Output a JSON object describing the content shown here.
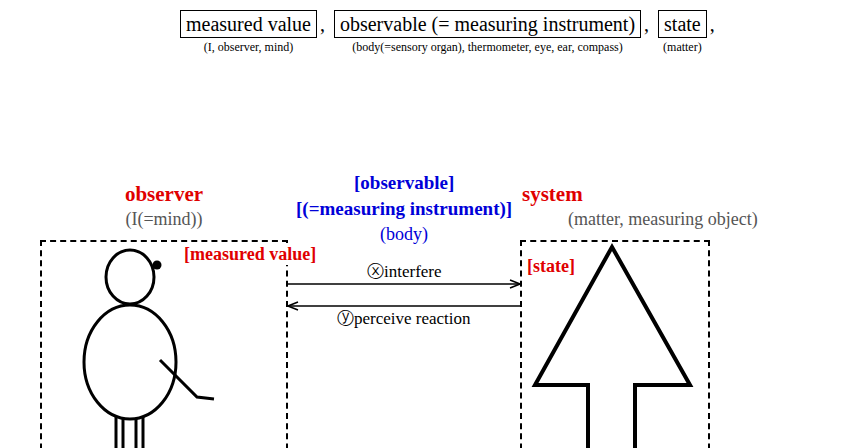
{
  "diagram": {
    "nodes": [
      {
        "text": [
          "measured value",
          "(I, observer, mind)"
        ]
      },
      {
        "text": [
          "observable (= measuring instrument)",
          "(body(=sensory organ), thermometer, eye, ear, compass)"
        ]
      },
      {
        "text": [
          "state",
          "(matter)"
        ]
      },
      {
        "text": [
          "observer",
          "(I(=mind))",
          "[measured value]"
        ]
      },
      {
        "text": [
          "system",
          "(matter, measuring object)",
          "[state]"
        ]
      }
    ],
    "edges": [
      {
        "from": 3,
        "to": 4,
        "arrow": "to",
        "label": "ⓧinterfere"
      },
      {
        "from": 4,
        "to": 3,
        "arrow": "to",
        "label": "ⓨperceive reaction"
      }
    ],
    "labels": [
      ",",
      ",",
      ",",
      "[observable]",
      "[(=measuring instrument)]",
      "(body)"
    ]
  }
}
